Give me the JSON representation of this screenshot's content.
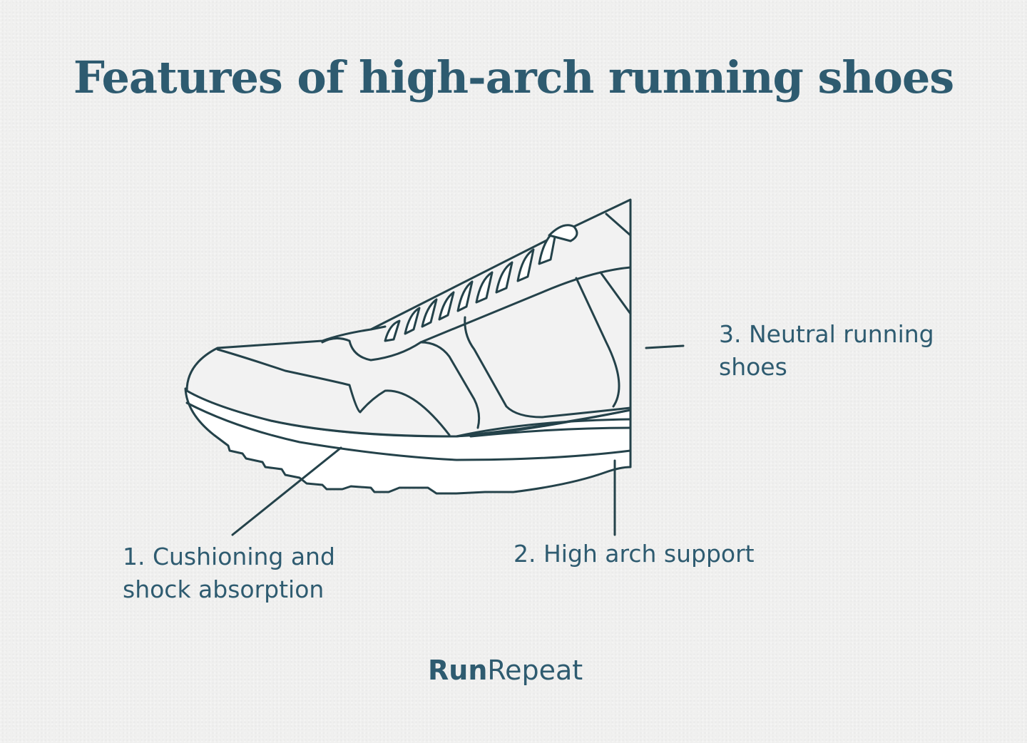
{
  "title": "Features of high-arch running shoes",
  "labels": [
    {
      "number": "1.",
      "line1": "1. Cushioning and",
      "line2": "shock absorption"
    },
    {
      "number": "2.",
      "line1": "2. High arch support",
      "line2": ""
    },
    {
      "number": "3.",
      "line1": "3. Neutral running",
      "line2": "shoes"
    }
  ],
  "logo": {
    "bold": "Run",
    "light": "Repeat"
  },
  "colors": {
    "text": "#2e5b70",
    "outline": "#24424a",
    "upper_fill": "#f2f2f2",
    "sole_fill": "#ffffff",
    "background": "#f0f0ef"
  }
}
